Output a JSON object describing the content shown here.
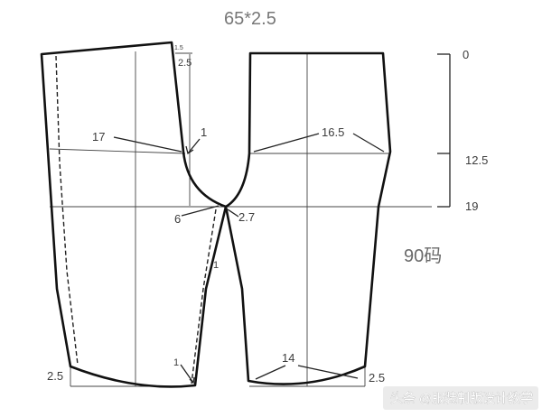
{
  "title": "65*2.5",
  "size_label": "90码",
  "scale": {
    "marks": [
      "0",
      "12.5",
      "19"
    ]
  },
  "dimensions": {
    "front_hip": "17",
    "back_hip": "16.5",
    "crotch_notch": "1",
    "front_crotch": "6",
    "back_crotch": "2.7",
    "waist_rise": "2.5",
    "front_hem_left": "2.5",
    "back_hem_right": "2.5",
    "front_hem_notch": "1",
    "back_hem": "14",
    "tiny_top": "1.5",
    "inseam_mark": "1"
  },
  "watermark": "头条 @服装制版设计教学"
}
